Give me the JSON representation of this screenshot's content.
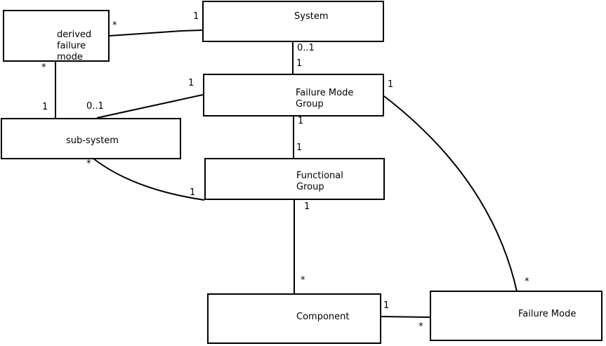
{
  "diagram": {
    "type": "uml-class-diagram",
    "background_color": "#ffffff",
    "line_color": "#000000",
    "text_color": "#000000",
    "nodes": {
      "derived_failure_mode": {
        "lines": [
          "derived",
          "failure",
          "mode"
        ]
      },
      "system": {
        "lines": [
          "System"
        ]
      },
      "failure_mode_group": {
        "lines": [
          "Failure Mode",
          "Group"
        ]
      },
      "sub_system": {
        "lines": [
          "sub-system"
        ]
      },
      "functional_group": {
        "lines": [
          "Functional",
          "Group"
        ]
      },
      "component": {
        "lines": [
          "Component"
        ]
      },
      "failure_mode": {
        "lines": [
          "Failure Mode"
        ]
      }
    },
    "edges": {
      "dfm_system": {
        "from": "derived failure mode",
        "to": "System",
        "at_dfm": "*",
        "at_system": "1"
      },
      "system_fmg": {
        "from": "System",
        "to": "Failure Mode Group",
        "at_system": "0..1",
        "at_fmg": "1"
      },
      "fmg_subsystem": {
        "from": "Failure Mode Group",
        "to": "sub-system",
        "at_fmg": "1",
        "at_subsystem": "0..1"
      },
      "dfm_subsystem": {
        "from": "derived failure mode",
        "to": "sub-system",
        "at_dfm": "*",
        "at_subsystem": "1"
      },
      "fmg_fg": {
        "from": "Failure Mode Group",
        "to": "Functional Group",
        "at_fmg": "1",
        "at_fg": "1"
      },
      "subsystem_fg": {
        "from": "sub-system",
        "to": "Functional Group",
        "at_subsystem": "*",
        "at_fg": "1"
      },
      "fg_component": {
        "from": "Functional Group",
        "to": "Component",
        "at_fg": "1",
        "at_component": "*"
      },
      "component_fm": {
        "from": "Component",
        "to": "Failure Mode",
        "at_component": "1",
        "at_fm": "*"
      },
      "fmg_fm": {
        "from": "Failure Mode Group",
        "to": "Failure Mode",
        "at_fmg": "1",
        "at_fm": "*"
      }
    }
  }
}
